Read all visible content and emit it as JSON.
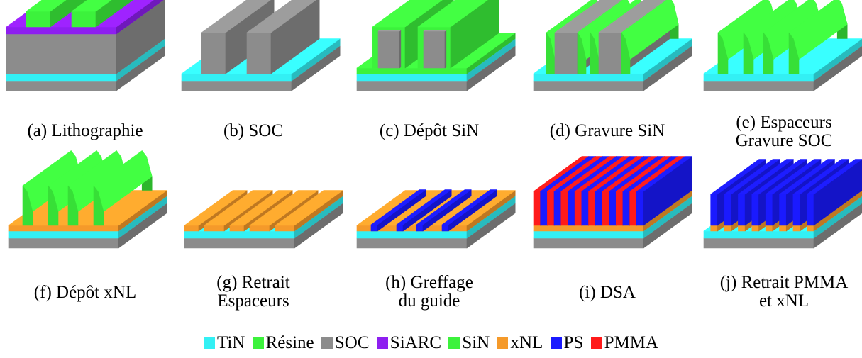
{
  "panels": [
    {
      "label": "(a) Lithographie"
    },
    {
      "label": "(b) SOC"
    },
    {
      "label": "(c) Dépôt SiN"
    },
    {
      "label": "(d) Gravure SiN"
    },
    {
      "label": "(e) Espaceurs\nGravure SOC"
    },
    {
      "label": "(f) Dépôt xNL"
    },
    {
      "label": "(g) Retrait\nEspaceurs"
    },
    {
      "label": "(h) Greffage\ndu guide"
    },
    {
      "label": "(i) DSA"
    },
    {
      "label": "(j) Retrait PMMA\net xNL"
    }
  ],
  "legend": [
    {
      "name": "TiN",
      "color": "#33f0f4"
    },
    {
      "name": "Résine",
      "color": "#3cf23c"
    },
    {
      "name": "SOC",
      "color": "#8c8c8c"
    },
    {
      "name": "SiARC",
      "color": "#8e1ff0"
    },
    {
      "name": "SiN",
      "color": "#3cf23c"
    },
    {
      "name": "xNL",
      "color": "#f59a2a"
    },
    {
      "name": "PS",
      "color": "#1a1aff"
    },
    {
      "name": "PMMA",
      "color": "#ff1a1a"
    }
  ]
}
